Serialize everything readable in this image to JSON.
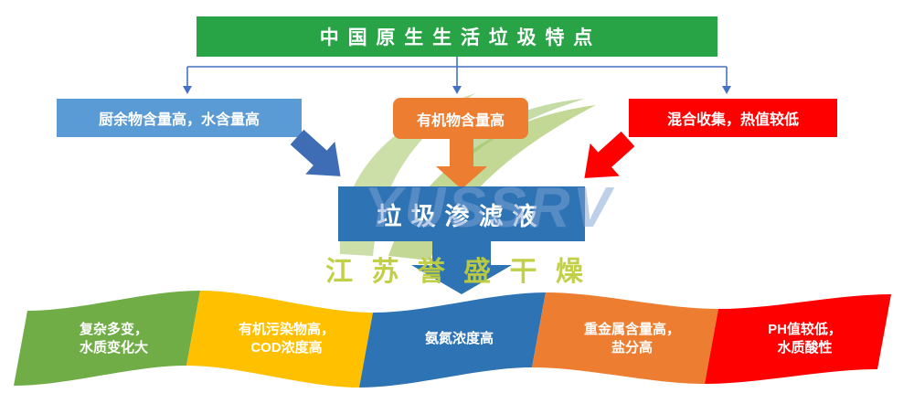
{
  "title": "中 国 原 生 生 活 垃 圾 特 点",
  "top_boxes": [
    {
      "label": "厨余物含量高，水含量高",
      "color": "#5B9BD5"
    },
    {
      "label": "有机物含量高",
      "color": "#ED7D31"
    },
    {
      "label": "混合收集，热值较低",
      "color": "#FE0000"
    }
  ],
  "center_box": {
    "label": "垃圾渗滤液",
    "color": "#2E74B5"
  },
  "ribbons": [
    {
      "label": "复杂多变，\n水质变化大",
      "color": "#70AD47"
    },
    {
      "label": "有机污染物高，\nCOD浓度高",
      "color": "#FFC000"
    },
    {
      "label": "氨氮浓度高",
      "color": "#2E74B5"
    },
    {
      "label": "重金属含量高，\n盐分高",
      "color": "#ED7D31"
    },
    {
      "label": "PH值较低，\n水质酸性",
      "color": "#FE0000"
    }
  ],
  "watermark": {
    "brand": "YUSSRV",
    "company": "江 苏 誉 盛 干 燥",
    "leaf_color": "#C7DC9E",
    "leaf_color_2": "#BCD489"
  },
  "colors": {
    "title_bg": "#28A447",
    "connector": "#4472C4",
    "arrow_left": "#3F6DB5",
    "arrow_center": "#ED7D31",
    "arrow_right": "#FE0000",
    "arrow_down": "#2E74B5",
    "ribbon_list": [
      "#70AD47",
      "#FFC000",
      "#2E74B5",
      "#ED7D31",
      "#FE0000"
    ]
  }
}
